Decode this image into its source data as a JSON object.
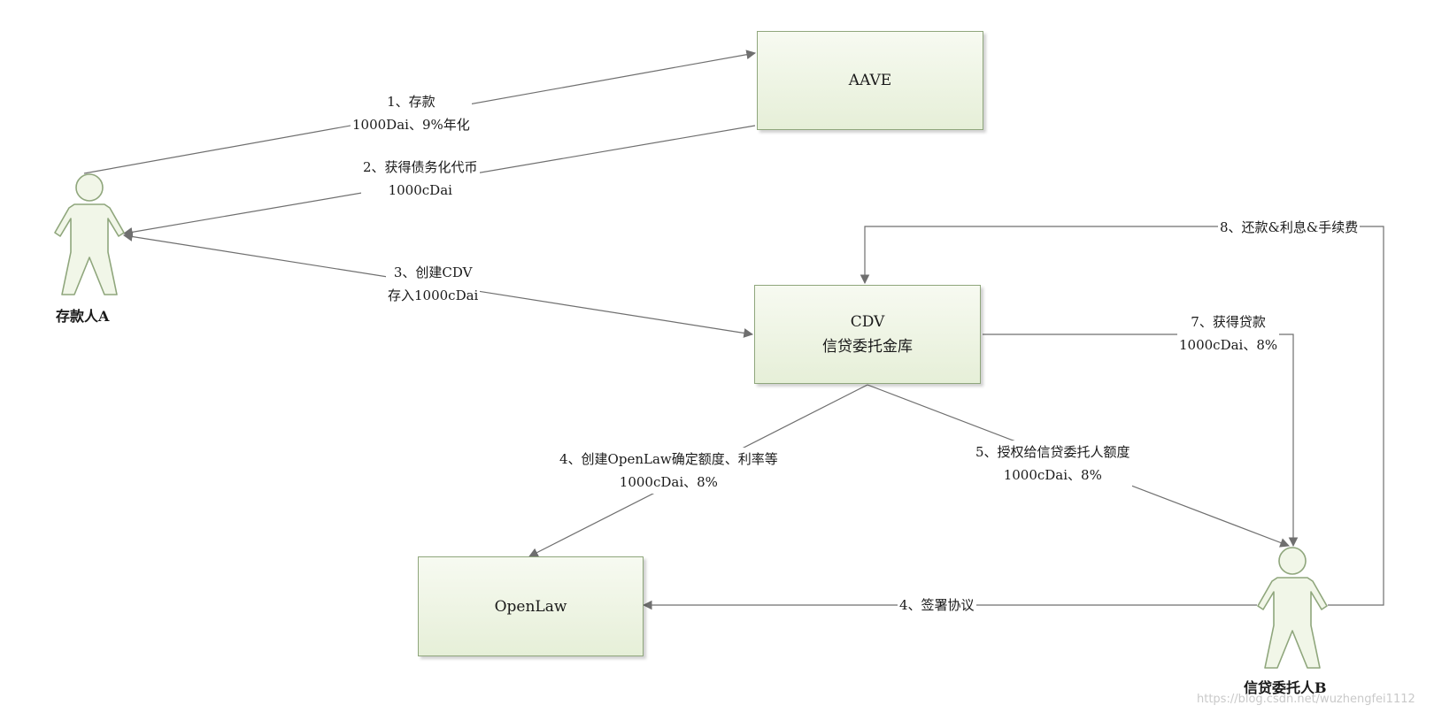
{
  "nodes": {
    "aave": {
      "label": "AAVE"
    },
    "cdv": {
      "line1": "CDV",
      "line2": "信贷委托金库"
    },
    "openlaw": {
      "label": "OpenLaw"
    }
  },
  "actors": {
    "depositor": {
      "name": "存款人A"
    },
    "delegate": {
      "name": "信贷委托人B"
    }
  },
  "edges": {
    "e1": {
      "line1": "1、存款",
      "line2": "1000Dai、9%年化"
    },
    "e2": {
      "line1": "2、获得债务化代币",
      "line2": "1000cDai"
    },
    "e3": {
      "line1": "3、创建CDV",
      "line2": "存入1000cDai"
    },
    "e4a": {
      "line1": "4、创建OpenLaw确定额度、利率等",
      "line2": "1000cDai、8%"
    },
    "e5": {
      "line1": "5、授权给信贷委托人额度",
      "line2": "1000cDai、8%"
    },
    "e7": {
      "line1": "7、获得贷款",
      "line2": "1000cDai、8%"
    },
    "e8": {
      "line1": "8、还款&利息&手续费"
    },
    "e4b": {
      "line1": "4、签署协议"
    }
  },
  "watermark": "https://blog.csdn.net/wuzhengfei1112",
  "colors": {
    "box_border": "#8fa67c",
    "box_fill_top": "#f7faf1",
    "box_fill_bottom": "#e6efd8",
    "actor_stroke": "#8fa67c",
    "actor_fill": "#f1f6e8",
    "edge": "#6f6f6f"
  }
}
